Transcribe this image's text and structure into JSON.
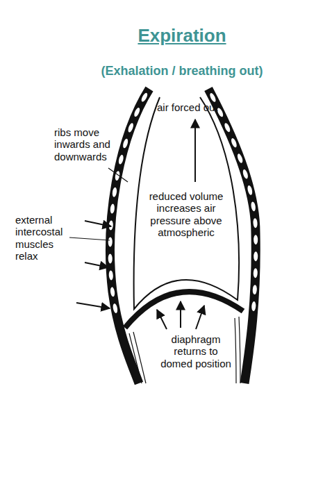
{
  "diagram": {
    "title": "Expiration",
    "labels": [
      "(Exhalation / breathing out)",
      "air forced out",
      "ribs move inwards and downwards",
      "external intercostal muscles relax",
      "reduced volume increases air pressure above atmospheric",
      "diaphragm returns to domed position"
    ]
  }
}
